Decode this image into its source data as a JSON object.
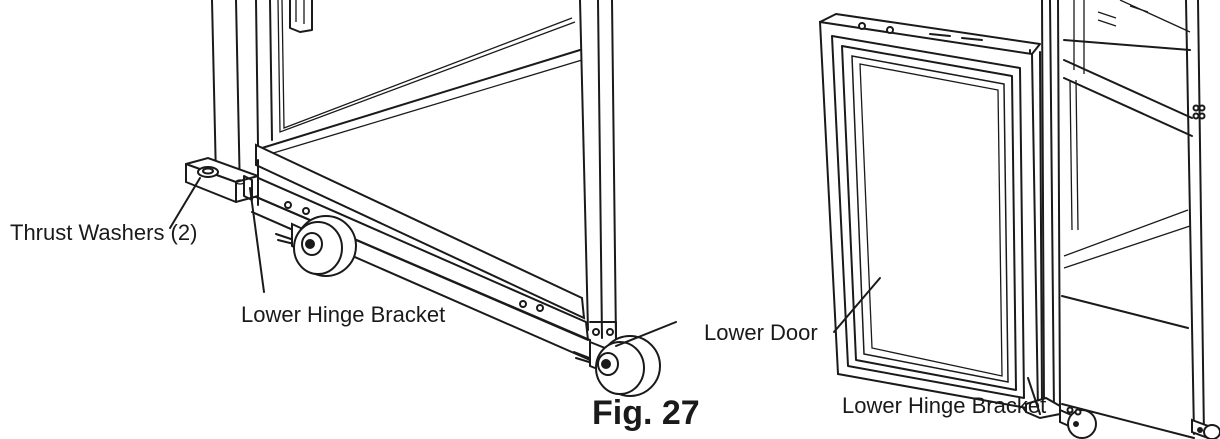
{
  "figure": {
    "caption": "Fig. 27",
    "left_view": {
      "labels": {
        "thrust_washers": "Thrust Washers (2)",
        "lower_hinge_bracket": "Lower Hinge Bracket"
      }
    },
    "right_view": {
      "labels": {
        "lower_door": "Lower Door",
        "lower_hinge_bracket": "Lower Hinge Bracket"
      }
    }
  }
}
